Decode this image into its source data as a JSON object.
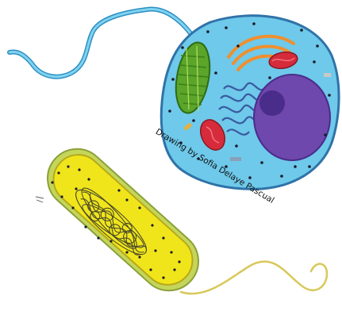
{
  "illustration": {
    "credit": "Drawing by Sofia Delaye Pascual",
    "subjects": [
      "eukaryotic-cell",
      "prokaryotic-bacterium"
    ]
  },
  "colors": {
    "cytoplasm": "#6ec9ea",
    "cytoplasm_edge": "#2f73a8",
    "nucleus": "#6e48ad",
    "nucleolus": "#4a2c8a",
    "chloroplast": "#5aa52a",
    "mitochondria": "#d62b3b",
    "golgi": "#f08f2e",
    "er": "#3a5aa0",
    "bacterium_body": "#f0e51b",
    "bacterium_capsule": "#c4d65a",
    "nucleoid": "#4a4a2a",
    "flagellum_cell": "#3aa7d6",
    "flagellum_bacterium": "#d8c85a"
  }
}
